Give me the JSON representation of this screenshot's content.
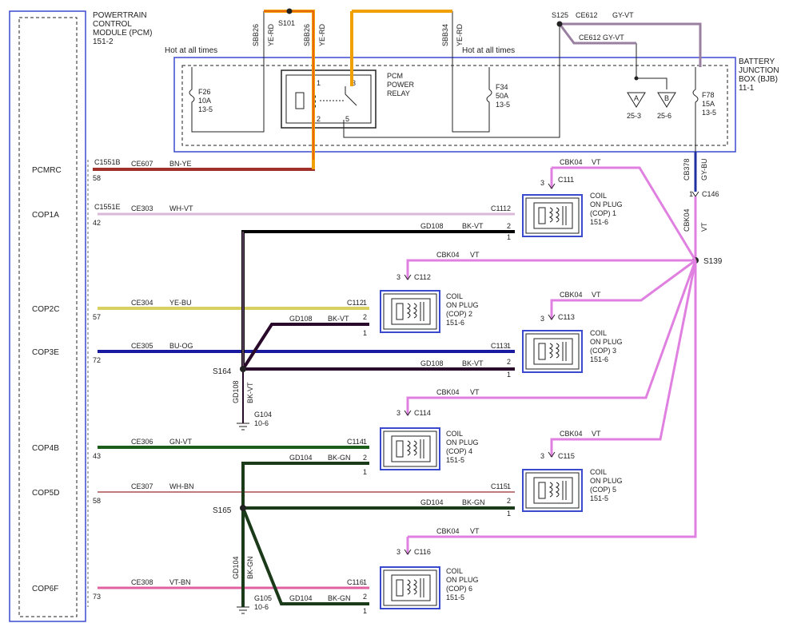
{
  "pcm": {
    "title_lines": [
      "POWERTRAIN",
      "CONTROL",
      "MODULE (PCM)",
      "151-2"
    ],
    "circuits": [
      {
        "name": "PCMRC",
        "pin": "58",
        "connector": "C1551B",
        "circuit": "CE607",
        "color": "BN-YE"
      },
      {
        "name": "COP1A",
        "pin": "42",
        "connector": "C1551E",
        "circuit": "CE303",
        "color": "WH-VT"
      },
      {
        "name": "COP2C",
        "pin": "57",
        "circuit": "CE304",
        "color": "YE-BU"
      },
      {
        "name": "COP3E",
        "pin": "72",
        "circuit": "CE305",
        "color": "BU-OG"
      },
      {
        "name": "COP4B",
        "pin": "43",
        "circuit": "CE306",
        "color": "GN-VT"
      },
      {
        "name": "COP5D",
        "pin": "58",
        "circuit": "CE307",
        "color": "WH-BN"
      },
      {
        "name": "COP6F",
        "pin": "73",
        "circuit": "CE308",
        "color": "VT-BN"
      }
    ]
  },
  "bjb": {
    "title_lines": [
      "BATTERY",
      "JUNCTION",
      "BOX (BJB)",
      "11-1"
    ],
    "hot_label": "Hot at all times",
    "fuses": [
      {
        "name": "F26",
        "rating": "10A",
        "ref": "13-5"
      },
      {
        "name": "F34",
        "rating": "50A",
        "ref": "13-5"
      },
      {
        "name": "F78",
        "rating": "15A",
        "ref": "13-5"
      }
    ],
    "relay_lines": [
      "PCM",
      "POWER",
      "RELAY"
    ],
    "relay_pins": [
      "1",
      "2",
      "3",
      "5"
    ],
    "grounds": [
      {
        "letter": "A",
        "ref": "25-3"
      },
      {
        "letter": "B",
        "ref": "25-6"
      }
    ]
  },
  "top": {
    "splice_s101": "S101",
    "splice_s125": "S125",
    "sbb26": "SBB26",
    "sbb34": "SBB34",
    "ye_rd": "YE-RD",
    "ce612": "CE612",
    "gy_vt": "GY-VT",
    "ce612_gy_vt": "CE612 GY-VT"
  },
  "feed": {
    "cb378": "CB378",
    "gy_bu": "GY-BU",
    "c146": "C146",
    "pin1": "1",
    "cbk04": "CBK04",
    "vt": "VT",
    "s139": "S139"
  },
  "coils": [
    {
      "connector": "C111",
      "lines": [
        "COIL",
        "ON PLUG",
        "(COP) 1",
        "151-6"
      ]
    },
    {
      "connector": "C112",
      "lines": [
        "COIL",
        "ON PLUG",
        "(COP) 2",
        "151-6"
      ]
    },
    {
      "connector": "C113",
      "lines": [
        "COIL",
        "ON PLUG",
        "(COP) 3",
        "151-6"
      ]
    },
    {
      "connector": "C114",
      "lines": [
        "COIL",
        "ON PLUG",
        "(COP) 4",
        "151-5"
      ]
    },
    {
      "connector": "C115",
      "lines": [
        "COIL",
        "ON PLUG",
        "(COP) 5",
        "151-5"
      ]
    },
    {
      "connector": "C116",
      "lines": [
        "COIL",
        "ON PLUG",
        "(COP) 6",
        "151-5"
      ]
    }
  ],
  "supply_label": {
    "circuit": "CBK04",
    "color": "VT"
  },
  "grounds": {
    "gd108": "GD108",
    "bk_vt": "BK-VT",
    "gd104": "GD104",
    "bk_gn": "BK-GN",
    "s164": "S164",
    "s165": "S165",
    "g104": "G104",
    "g104_ref": "10-6",
    "g105": "G105",
    "g105_ref": "10-6"
  },
  "colors": {
    "bn_ye": "#a0302a",
    "wh_vt": "#d9b8d9",
    "ye_bu": "#d8d060",
    "bu_og": "#1a1aa0",
    "gn_vt": "#1a5e1a",
    "wh_bn": "#a85050",
    "vt_bn": "#e060a0",
    "vt": "#e080e0",
    "gd108": "#2a0a2a",
    "gd104": "#1a3a1a",
    "ye_rd": "#f0a000",
    "box_blue": "#3a4ad0"
  }
}
